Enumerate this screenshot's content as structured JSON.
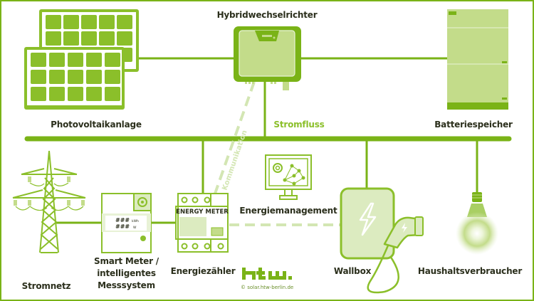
{
  "title": "Hybridwechselrichter-System",
  "colors": {
    "primary": "#7ab317",
    "light": "#c3dc8a",
    "pale": "#dcebc0",
    "text": "#2b2f1c",
    "accent_text": "#8bbf2a"
  },
  "components": {
    "pv": {
      "label": "Photovoltaikanlage",
      "icon": "solar-panel-icon"
    },
    "inverter": {
      "label": "Hybridwechselrichter",
      "icon": "inverter-icon"
    },
    "battery": {
      "label": "Batteriespeicher",
      "icon": "battery-icon"
    },
    "grid": {
      "label": "Stromnetz",
      "icon": "power-pylon-icon"
    },
    "smart_meter": {
      "label_line1": "Smart Meter /",
      "label_line2": "intelligentes",
      "label_line3": "Messsystem",
      "icon": "smart-meter-icon",
      "display_value1": "###",
      "display_unit1": "kWh",
      "display_value2": "###",
      "display_unit2": "W"
    },
    "energy_meter": {
      "label": "Energiezähler",
      "device_text": "ENERGY METER",
      "icon": "energy-meter-icon"
    },
    "ems": {
      "label": "Energiemanagement",
      "icon": "monitor-gear-icon"
    },
    "wallbox": {
      "label": "Wallbox",
      "icon": "ev-charger-icon"
    },
    "household": {
      "label": "Haushaltsverbraucher",
      "icon": "light-bulb-icon"
    }
  },
  "flows": {
    "power_label": "Stromfluss",
    "communication_label": "Kommunikation"
  },
  "branding": {
    "logo_text": "htw.",
    "copyright": "© solar.htw-berlin.de"
  }
}
